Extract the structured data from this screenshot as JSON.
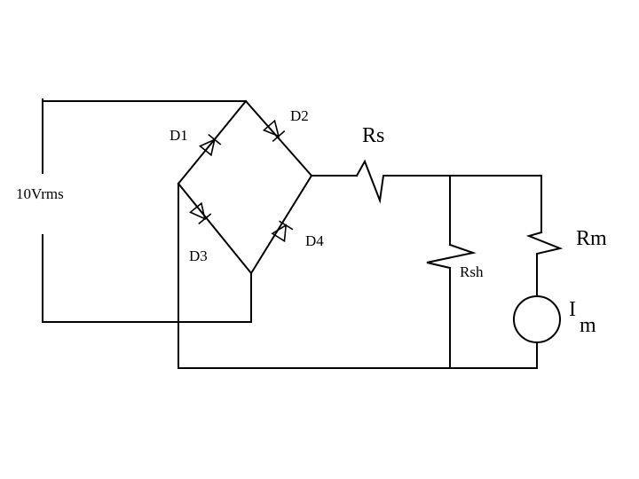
{
  "labels": {
    "source": "10Vrms",
    "d1": "D1",
    "d2": "D2",
    "d3": "D3",
    "d4": "D4",
    "rs": "Rs",
    "rsh": "Rsh",
    "rm": "Rm",
    "im_main": "I",
    "im_sub": "m"
  },
  "colors": {
    "line": "#000000",
    "background": "#ffffff"
  }
}
